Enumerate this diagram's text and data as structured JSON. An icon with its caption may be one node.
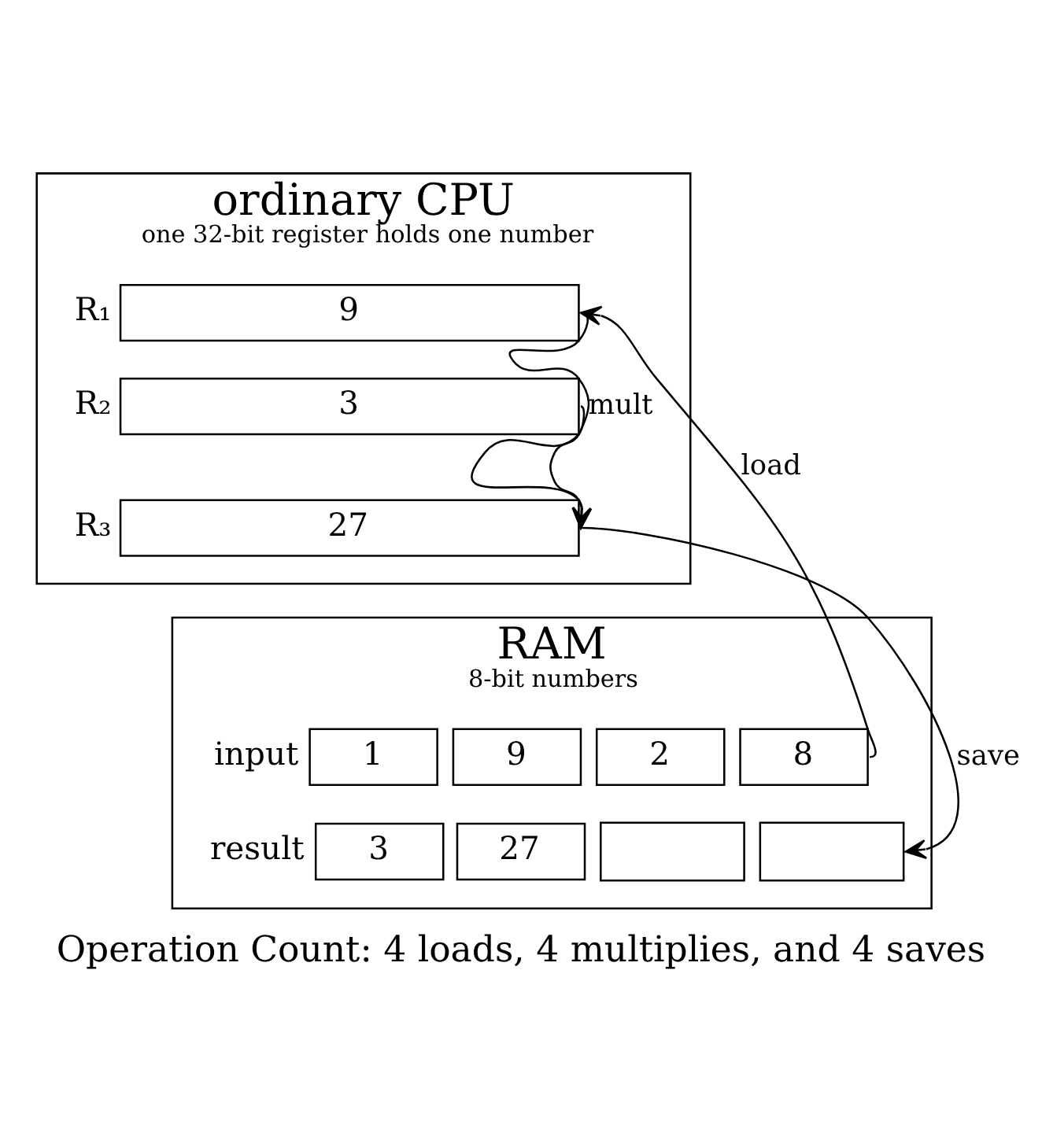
{
  "diagram": {
    "caption": "Operation Count: 4 loads, 4 multiplies, and 4 saves",
    "nodes": [
      {
        "text": [
          "ordinary CPU",
          "one 32-bit register holds one number"
        ]
      },
      {
        "text": [
          "9"
        ],
        "beside": [
          "R₁"
        ],
        "in": 0
      },
      {
        "text": [
          "3"
        ],
        "beside": [
          "R₂"
        ],
        "in": 0
      },
      {
        "text": [
          "27"
        ],
        "beside": [
          "R₃"
        ],
        "in": 0
      },
      {
        "text": [
          "RAM",
          "8-bit numbers"
        ]
      },
      {
        "text": [
          "1"
        ],
        "beside": [
          "input"
        ],
        "in": 4
      },
      {
        "text": [
          "9"
        ],
        "in": 4
      },
      {
        "text": [
          "2"
        ],
        "in": 4
      },
      {
        "text": [
          "8"
        ],
        "in": 4
      },
      {
        "text": [
          "3"
        ],
        "beside": [
          "result"
        ],
        "in": 4
      },
      {
        "text": [
          "27"
        ],
        "in": 4
      },
      {
        "text": [],
        "shape": "box",
        "in": 4
      },
      {
        "text": [],
        "shape": "box",
        "in": 4
      }
    ],
    "edges": [
      {
        "from": 8,
        "to": 1,
        "arrow": "to",
        "label": "load"
      },
      {
        "from": 1,
        "to": 3,
        "arrow": "to",
        "label": "mult"
      },
      {
        "from": 2,
        "to": 3,
        "arrow": "to"
      },
      {
        "from": 3,
        "to": 12,
        "arrow": "to",
        "label": "save"
      }
    ]
  }
}
